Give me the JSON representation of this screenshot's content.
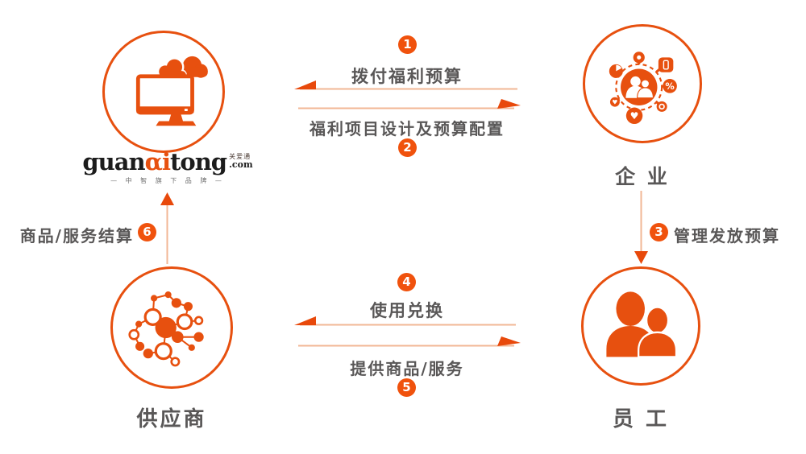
{
  "brand": {
    "logo_part1": "guan",
    "logo_accent": "αi",
    "logo_part2": "tong",
    "logo_cn": "关爱通",
    "logo_domain": ".com",
    "tagline": "— 中 智 旗 下 品 牌 —"
  },
  "nodes": {
    "platform": {
      "icon": "monitor-cloud-icon"
    },
    "enterprise": {
      "label": "企 业",
      "icon": "org-network-icon"
    },
    "supplier": {
      "label": "供应商",
      "icon": "supply-network-icon"
    },
    "employee": {
      "label": "员 工",
      "icon": "people-icon"
    }
  },
  "flows": [
    {
      "num": "1",
      "label": "拨付福利预算",
      "direction": "right-to-left"
    },
    {
      "num": "2",
      "label": "福利项目设计及预算配置",
      "direction": "left-to-right"
    },
    {
      "num": "3",
      "label": "管理发放预算",
      "direction": "top-to-bottom"
    },
    {
      "num": "4",
      "label": "使用兑换",
      "direction": "right-to-left"
    },
    {
      "num": "5",
      "label": "提供商品/服务",
      "direction": "left-to-right"
    },
    {
      "num": "6",
      "label": "商品/服务结算",
      "direction": "bottom-to-top"
    }
  ],
  "colors": {
    "orange": "#E7500F",
    "badge_orange": "#F0520D",
    "arrow_line": "#F2B795",
    "text_gray": "#595757"
  }
}
